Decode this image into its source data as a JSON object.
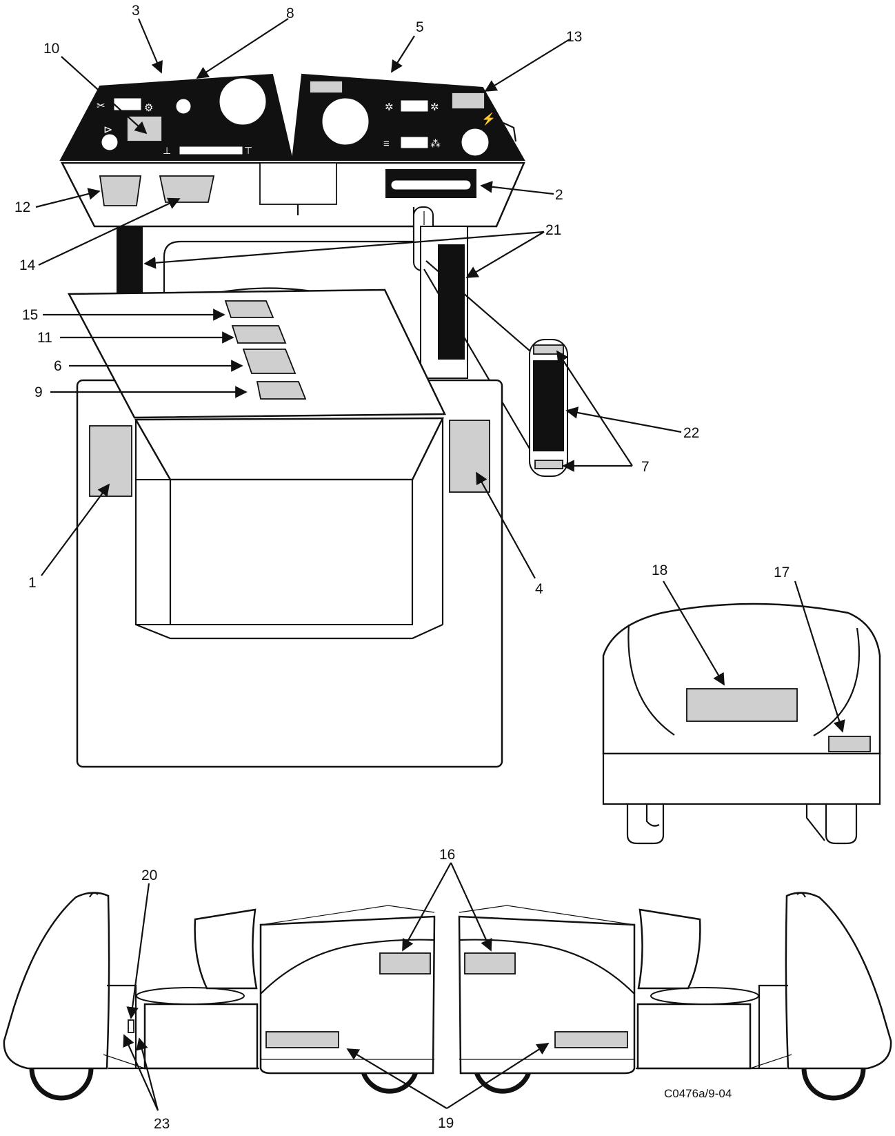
{
  "callouts": {
    "c1": "1",
    "c2": "2",
    "c3": "3",
    "c4": "4",
    "c5": "5",
    "c6": "6",
    "c7": "7",
    "c8": "8",
    "c9": "9",
    "c10": "10",
    "c11": "11",
    "c12": "12",
    "c13": "13",
    "c14": "14",
    "c15": "15",
    "c16": "16",
    "c17": "17",
    "c18": "18",
    "c19": "19",
    "c20": "20",
    "c21": "21",
    "c22": "22",
    "c23": "23"
  },
  "figure_code": "C0476a/9-04",
  "colors": {
    "line": "#111111",
    "decal": "#cfcfcf",
    "background": "#ffffff"
  }
}
